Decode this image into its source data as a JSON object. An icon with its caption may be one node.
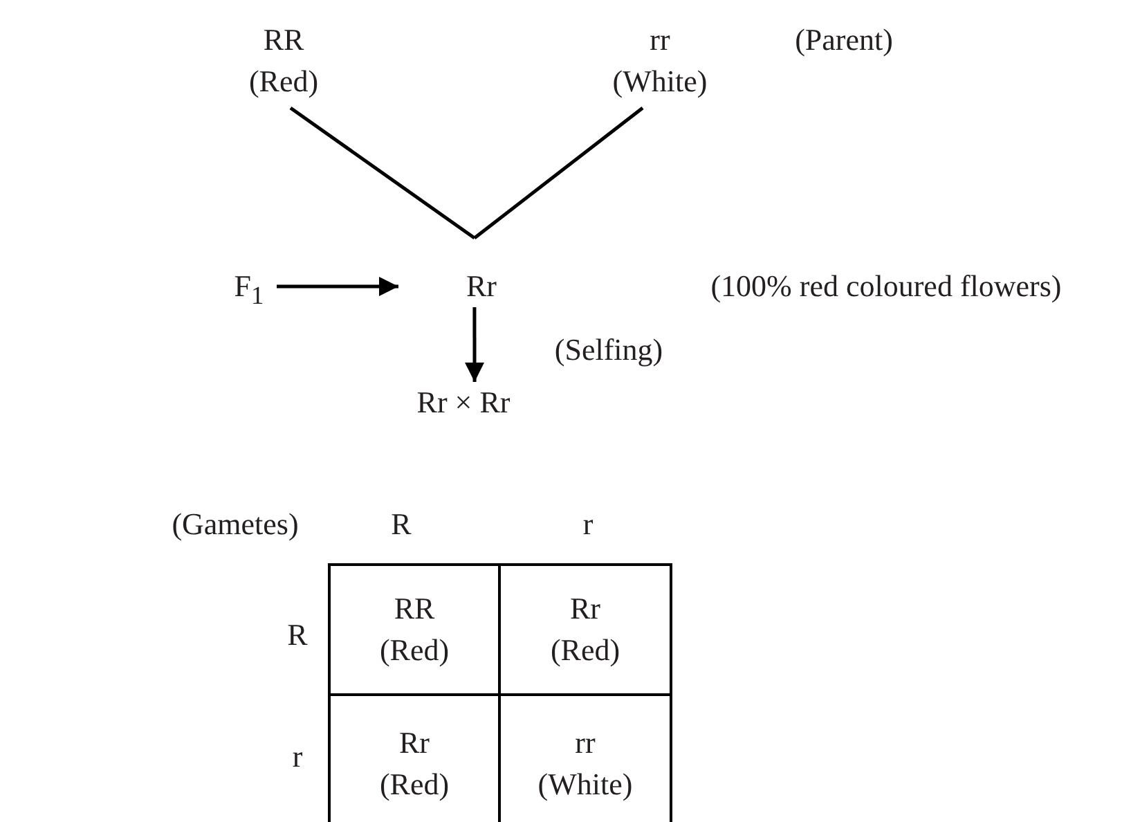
{
  "diagram": {
    "nodes": [
      {
        "text": [
          "RR",
          "(Red)"
        ]
      },
      {
        "text": [
          "rr",
          "(White)"
        ]
      },
      {
        "text": [
          "F$_{1}$"
        ]
      },
      {
        "text": [
          "Rr"
        ]
      },
      {
        "text": [
          "Rr × Rr"
        ]
      }
    ],
    "edges": [
      {
        "from": 0,
        "to": 3,
        "arrow": "none"
      },
      {
        "from": 1,
        "to": 3,
        "arrow": "none"
      },
      {
        "from": 2,
        "to": 3,
        "arrow": "to"
      },
      {
        "from": 3,
        "to": 4,
        "arrow": "to",
        "label": "(Selfing)"
      }
    ],
    "labels": [
      "(Parent)",
      "(100% red coloured flowers)",
      "(Gametes)",
      "R",
      "r",
      "R",
      "RR (Red)",
      "Rr (Red)",
      "r",
      "Rr (Red)",
      "rr (White)"
    ]
  }
}
